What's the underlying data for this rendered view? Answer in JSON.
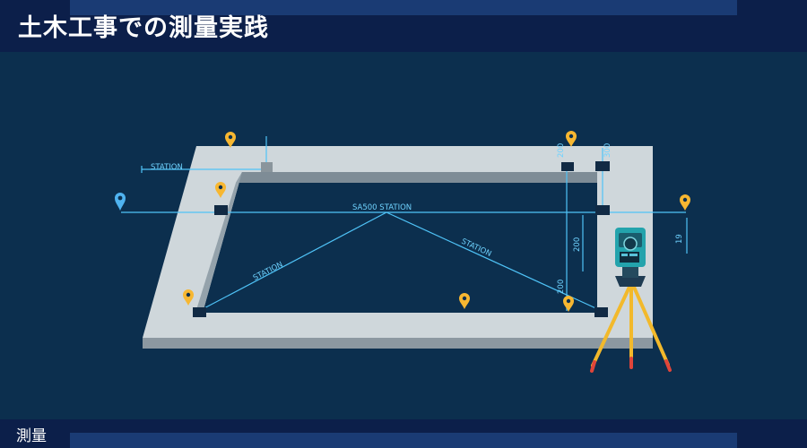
{
  "header": {
    "title": "土木工事での測量実践"
  },
  "footer": {
    "label": "測量"
  },
  "diagram": {
    "labels": {
      "station_left": "STATION",
      "center": "SA500 STATION",
      "diag_left": "STATION",
      "diag_right": "STATION",
      "dim_200_mid": "200",
      "dim_200_low": "200",
      "dim_top_a": "200",
      "dim_top_b": "300",
      "dim_right": "19"
    }
  }
}
